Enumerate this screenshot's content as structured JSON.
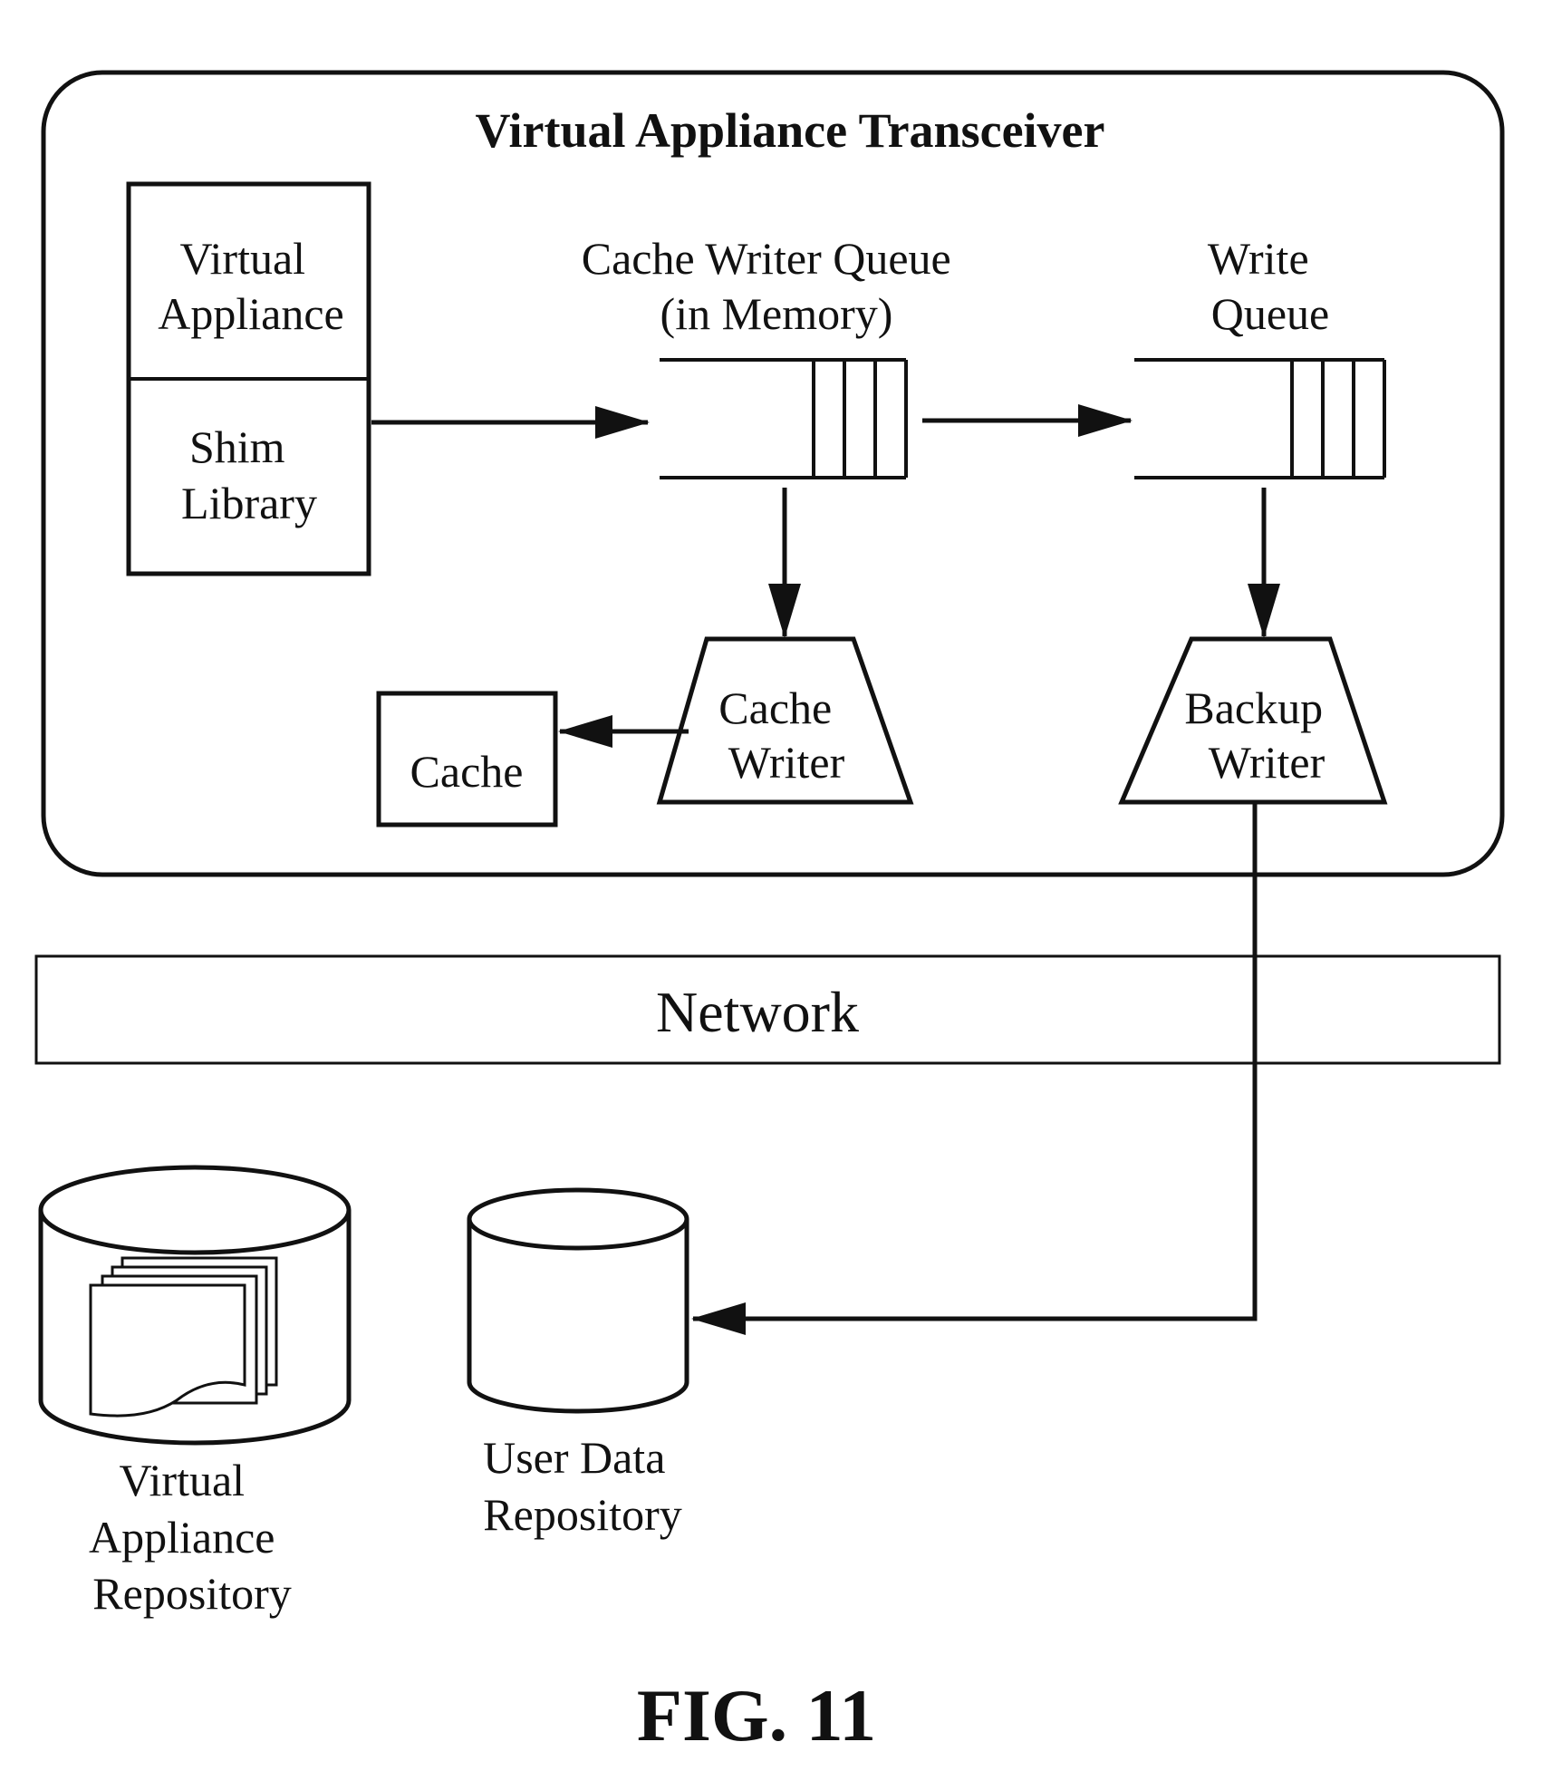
{
  "diagram": {
    "title": "Virtual Appliance Transceiver",
    "virtual_appliance": [
      "Virtual",
      "Appliance"
    ],
    "shim_library": [
      "Shim",
      "Library"
    ],
    "cache_writer_queue": [
      "Cache Writer Queue",
      "(in Memory)"
    ],
    "write_queue": [
      "Write",
      "Queue"
    ],
    "cache": "Cache",
    "cache_writer": [
      "Cache",
      "Writer"
    ],
    "backup_writer": [
      "Backup",
      "Writer"
    ],
    "network": "Network",
    "va_repository": [
      "Virtual",
      "Appliance",
      "Repository"
    ],
    "user_data_repository": [
      "User Data",
      "Repository"
    ],
    "figure_label": "FIG. 11"
  }
}
